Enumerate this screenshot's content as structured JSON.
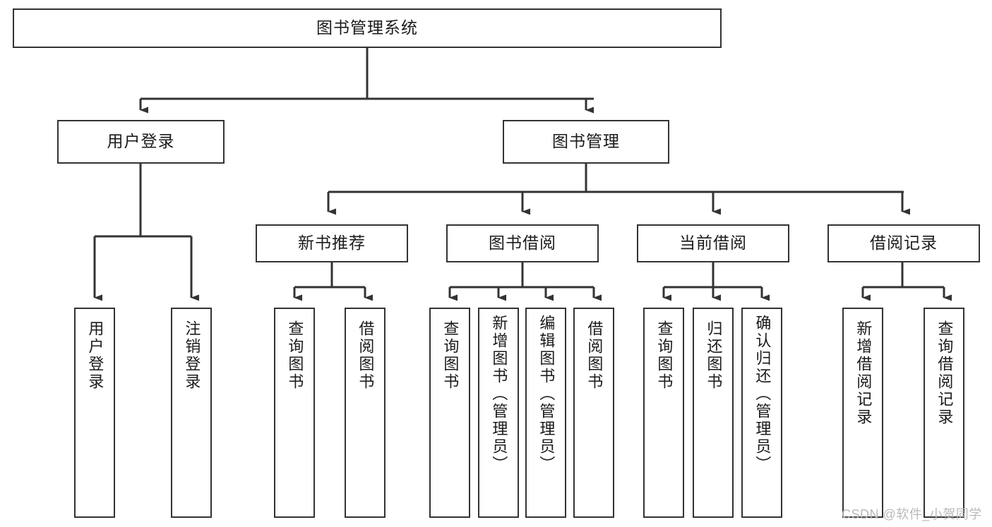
{
  "diagram": {
    "title": "图书管理系统",
    "type": "tree-hierarchy-chart",
    "orientation": "top-down",
    "root": {
      "label": "图书管理系统",
      "id": "root"
    },
    "level2": [
      {
        "id": "user-login",
        "label": "用户登录"
      },
      {
        "id": "book-manage",
        "label": "图书管理"
      }
    ],
    "level3": [
      {
        "id": "new-book-rec",
        "label": "新书推荐",
        "parent": "book-manage"
      },
      {
        "id": "book-borrow",
        "label": "图书借阅",
        "parent": "book-manage"
      },
      {
        "id": "current-borrow",
        "label": "当前借阅",
        "parent": "book-manage"
      },
      {
        "id": "borrow-record",
        "label": "借阅记录",
        "parent": "book-manage"
      }
    ],
    "leaves": [
      {
        "id": "leaf-user-login",
        "label": "用户登录",
        "parent": "user-login"
      },
      {
        "id": "leaf-logout-login",
        "label": "注销登录",
        "parent": "user-login"
      },
      {
        "id": "leaf-query-book-1",
        "label": "查询图书",
        "parent": "new-book-rec"
      },
      {
        "id": "leaf-borrow-book-1",
        "label": "借阅图书",
        "parent": "new-book-rec"
      },
      {
        "id": "leaf-query-book-2",
        "label": "查询图书",
        "parent": "book-borrow"
      },
      {
        "id": "leaf-add-book",
        "label": "新增图书（管理员）",
        "parent": "book-borrow"
      },
      {
        "id": "leaf-edit-book",
        "label": "编辑图书（管理员）",
        "parent": "book-borrow"
      },
      {
        "id": "leaf-borrow-book-2",
        "label": "借阅图书",
        "parent": "book-borrow"
      },
      {
        "id": "leaf-query-book-3",
        "label": "查询图书",
        "parent": "current-borrow"
      },
      {
        "id": "leaf-return-book",
        "label": "归还图书",
        "parent": "current-borrow"
      },
      {
        "id": "leaf-confirm-return",
        "label": "确认归还（管理员）",
        "parent": "current-borrow"
      },
      {
        "id": "leaf-add-record",
        "label": "新增借阅记录",
        "parent": "borrow-record"
      },
      {
        "id": "leaf-query-record",
        "label": "查询借阅记录",
        "parent": "borrow-record"
      }
    ],
    "colors": {
      "stroke": "#333333",
      "fill": "#ffffff",
      "text": "#1b1b1b",
      "watermark": "#b9b9b9"
    }
  },
  "watermark": {
    "text": "CSDN @软件_小贺同学"
  }
}
